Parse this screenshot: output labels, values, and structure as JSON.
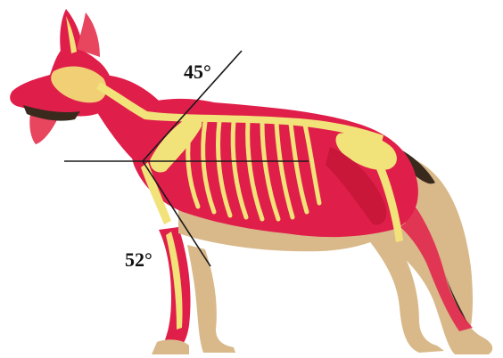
{
  "figure": {
    "angles": [
      {
        "id": "upper",
        "text": "45°"
      },
      {
        "id": "lower",
        "text": "52°"
      }
    ]
  },
  "colors": {
    "background": "#ffffff",
    "muscle": "#e01e4a",
    "muscle_dark": "#b8122f",
    "bone": "#f2e27a",
    "bone_edge": "#d4b64c",
    "fur_tan": "#d9b98a",
    "fur_dark": "#3a2a1e",
    "line": "#1a1a1a"
  }
}
